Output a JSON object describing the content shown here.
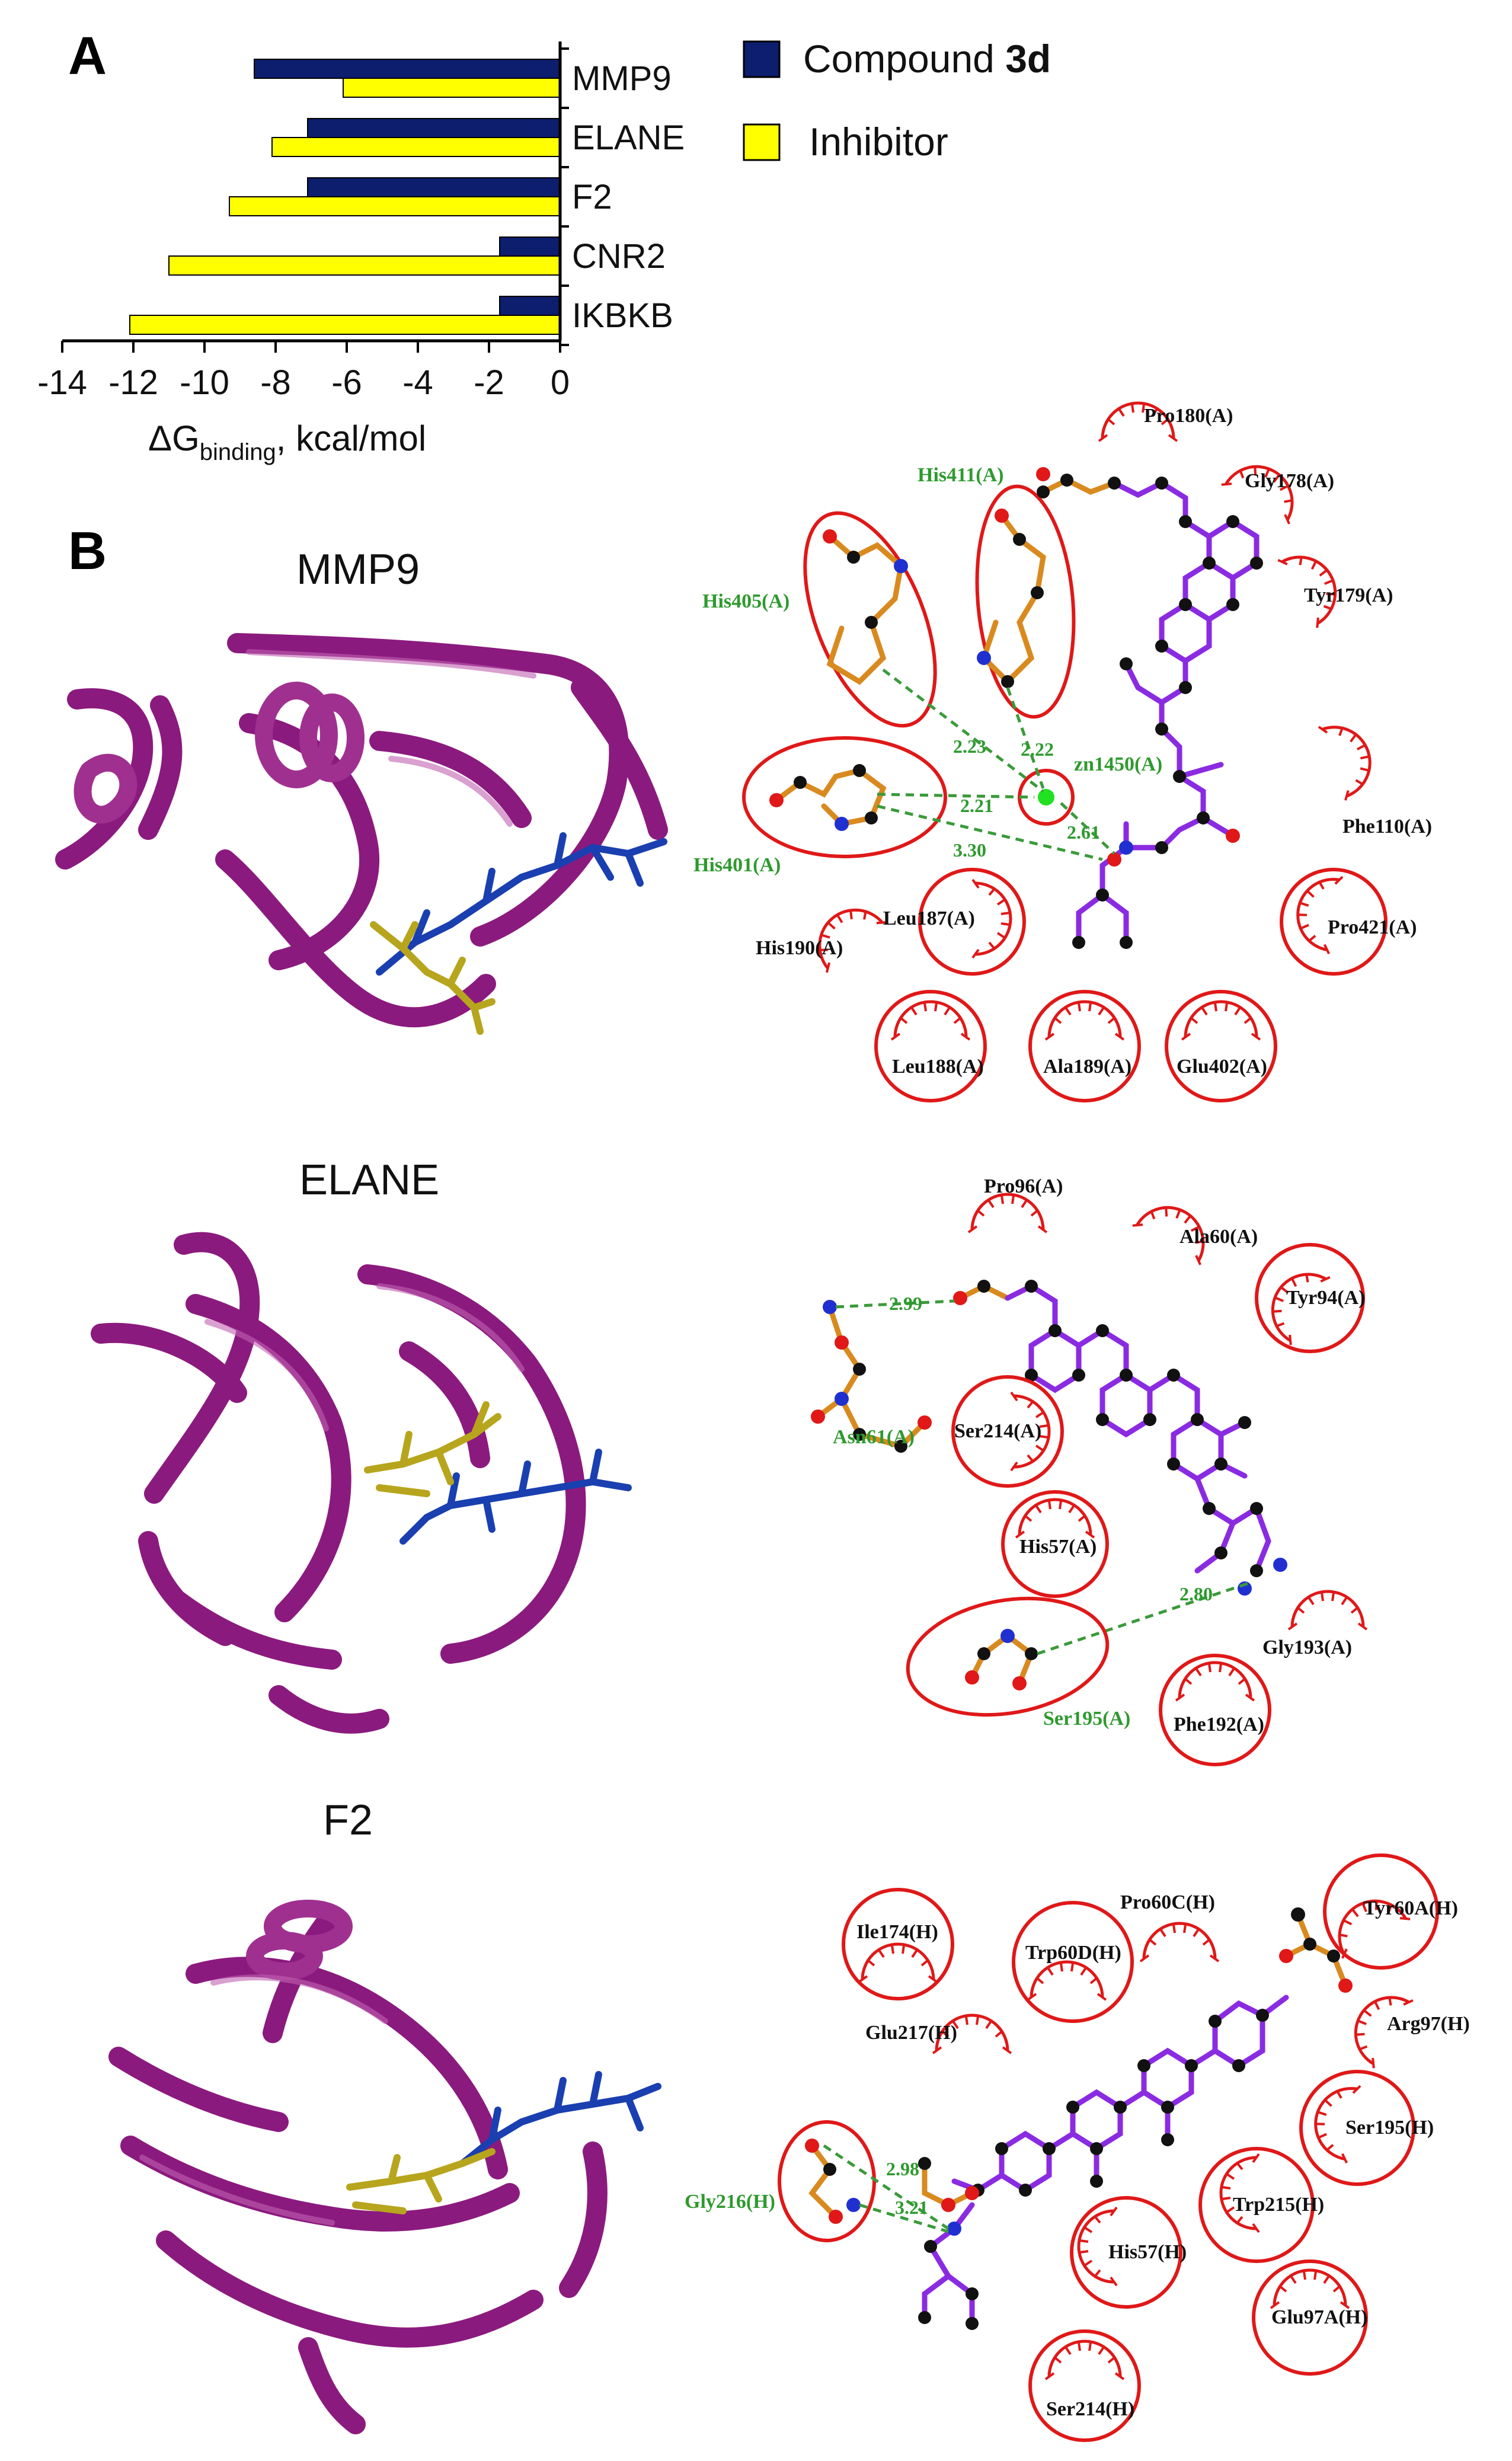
{
  "panel_labels": {
    "a": "A",
    "b": "B"
  },
  "colors": {
    "compound": "#0d1e6e",
    "inhibitor": "#ffff00",
    "ribbon": "#8b1a7e",
    "ligand_blue": "#1a3fb0",
    "ligand_yellow": "#b7a51d",
    "hbond": "#3a9a3a",
    "residue_circle": "#e01818",
    "bond": "#8a2be2"
  },
  "chart_data": {
    "type": "bar",
    "orientation": "horizontal",
    "categories": [
      "MMP9",
      "ELANE",
      "F2",
      "CNR2",
      "IKBKB"
    ],
    "series": [
      {
        "name": "Compound 3d",
        "values": [
          -8.6,
          -7.1,
          -7.1,
          -1.7,
          -1.7
        ]
      },
      {
        "name": "Inhibitor",
        "values": [
          -6.1,
          -8.1,
          -9.3,
          -11.0,
          -12.1
        ]
      }
    ],
    "legend_parts": [
      {
        "text": "Compound ",
        "bold": "3d"
      },
      {
        "text": "Inhibitor",
        "bold": ""
      }
    ],
    "xlabel_prefix": "ΔG",
    "xlabel_sub": "binding",
    "xlabel_suffix": ", kcal/mol",
    "xlim": [
      -14,
      0
    ],
    "xticks": [
      "-14",
      "-12",
      "-10",
      "-8",
      "-6",
      "-4",
      "-2",
      "0"
    ],
    "legend_position": "top-right",
    "grid": false
  },
  "structures": [
    {
      "title": "MMP9"
    },
    {
      "title": "ELANE"
    },
    {
      "title": "F2"
    }
  ],
  "interaction_maps": [
    {
      "protein": "MMP9",
      "hbond_residues": [
        "His411(A)",
        "His405(A)",
        "His401(A)",
        "zn1450(A)"
      ],
      "contact_residues": [
        "Pro180(A)",
        "Gly178(A)",
        "Tyr179(A)",
        "Phe110(A)",
        "Pro421(A)",
        "Leu187(A)",
        "His190(A)",
        "Leu188(A)",
        "Ala189(A)",
        "Glu402(A)"
      ],
      "distances": [
        "2.23",
        "2.22",
        "2.21",
        "2.61",
        "3.30"
      ]
    },
    {
      "protein": "ELANE",
      "hbond_residues": [
        "Asn61(A)",
        "Ser195(A)"
      ],
      "contact_residues": [
        "Pro96(A)",
        "Ala60(A)",
        "Tyr94(A)",
        "Ser214(A)",
        "His57(A)",
        "Gly193(A)",
        "Phe192(A)"
      ],
      "distances": [
        "2.99",
        "2.80"
      ]
    },
    {
      "protein": "F2",
      "hbond_residues": [
        "Gly216(H)"
      ],
      "contact_residues": [
        "Ile174(H)",
        "Trp60D(H)",
        "Pro60C(H)",
        "Tyr60A(H)",
        "Arg97(H)",
        "Glu217(H)",
        "Ser195(H)",
        "Trp215(H)",
        "His57(H)",
        "Glu97A(H)",
        "Ser214(H)"
      ],
      "distances": [
        "2.98",
        "3.21"
      ]
    }
  ]
}
